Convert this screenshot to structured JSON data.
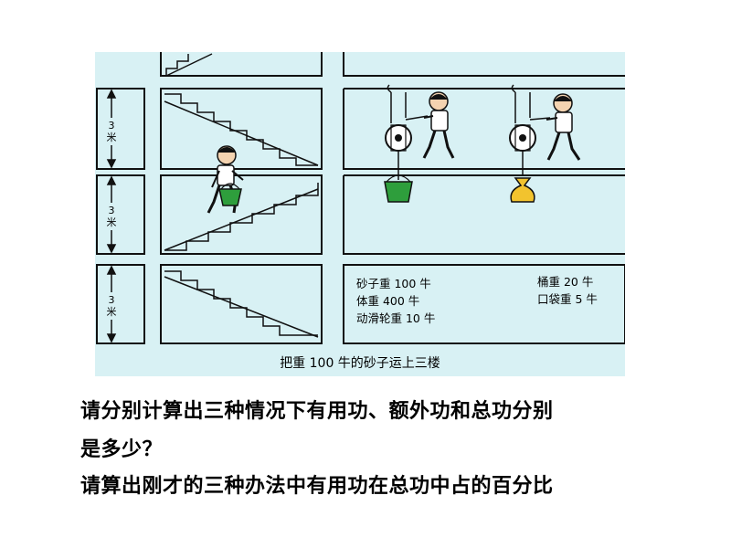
{
  "diagram": {
    "height_label": "3\n米",
    "caption": "把重 100 牛的砂子运上三楼",
    "facts": {
      "sand_weight": "砂子重 100 牛",
      "body_weight": "体重 400 牛",
      "pulley_weight": "动滑轮重 10 牛",
      "bucket_weight": "桶重 20 牛",
      "bag_weight": "口袋重 5 牛"
    },
    "colors": {
      "background": "#d8f1f4",
      "bucket": "#2e9e3c",
      "bag": "#f2c32e",
      "line": "#111111"
    }
  },
  "questions": {
    "q1_line1": "请分别计算出三种情况下有用功、额外功和总功分别",
    "q1_line2": "是多少？",
    "q2": "请算出刚才的三种办法中有用功在总功中占的百分比"
  }
}
